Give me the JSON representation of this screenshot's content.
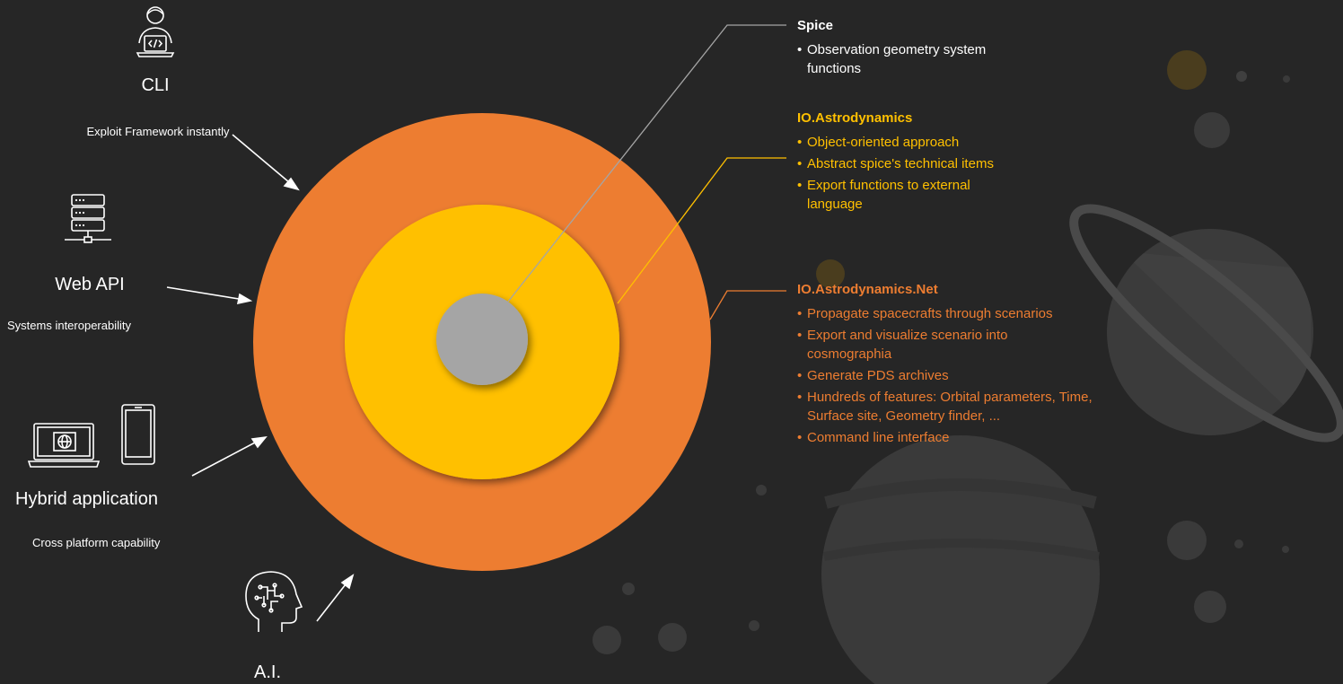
{
  "clients": {
    "cli": {
      "label": "CLI",
      "note": "Exploit Framework instantly",
      "icon": "developer-laptop-icon"
    },
    "web_api": {
      "label": "Web API",
      "note": "Systems interoperability",
      "icon": "server-network-icon"
    },
    "hybrid": {
      "label": "Hybrid application",
      "note": "Cross platform capability",
      "icons": [
        "laptop-globe-icon",
        "smartphone-icon"
      ]
    },
    "ai": {
      "label": "A.I.",
      "icon": "ai-brain-head-icon"
    }
  },
  "layers": {
    "spice": {
      "title": "Spice",
      "color": "#ffffff",
      "items": [
        "Observation geometry system functions"
      ]
    },
    "io_astrodynamics": {
      "title": "IO.Astrodynamics",
      "color": "#ffc000",
      "items": [
        "Object-oriented approach",
        "Abstract spice's technical items",
        "Export functions to external language"
      ]
    },
    "io_astrodynamics_net": {
      "title": "IO.Astrodynamics.Net",
      "color": "#ed7d31",
      "items": [
        "Propagate spacecrafts through scenarios",
        "Export and visualize scenario into cosmographia",
        "Generate PDS archives",
        "Hundreds of features: Orbital parameters, Time, Surface site, Geometry finder, ...",
        "Command line interface"
      ]
    }
  },
  "colors": {
    "background": "#262626",
    "outer_ring": "#ed7d31",
    "middle_ring": "#ffc000",
    "core": "#a5a5a5"
  }
}
